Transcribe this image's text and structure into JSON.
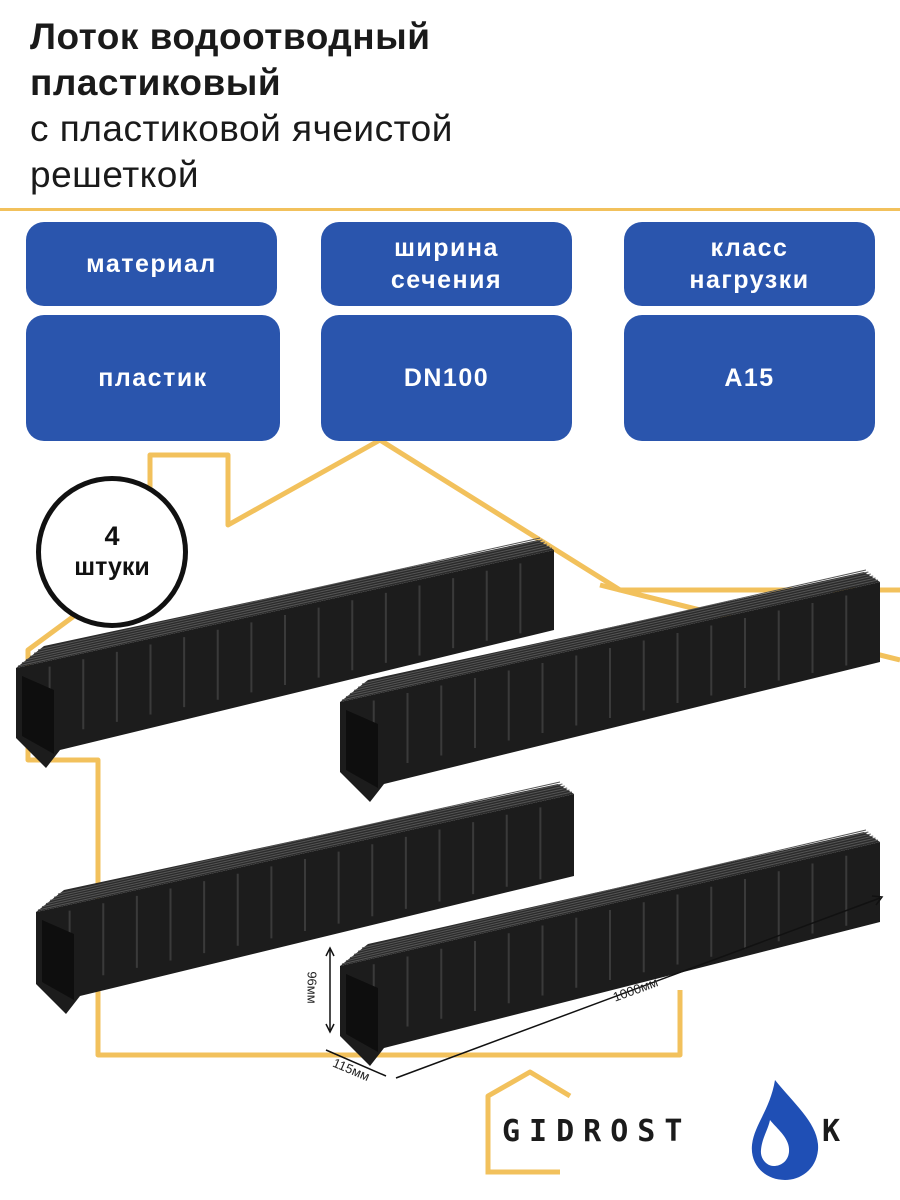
{
  "title": {
    "line1": "Лоток водоотводный",
    "line2": "пластиковый",
    "line3": "с пластиковой ячеистой",
    "line4": "решеткой"
  },
  "specs": [
    {
      "label": "материал",
      "value": "пластик"
    },
    {
      "label": "ширина\nсечения",
      "value": "DN100"
    },
    {
      "label": "класс\nнагрузки",
      "value": "A15"
    }
  ],
  "quantity": {
    "number": "4",
    "unit": "штуки"
  },
  "dimensions": {
    "height": "96мм",
    "width": "115мм",
    "length": "1000мм"
  },
  "logo": {
    "text": "GIDROST",
    "suffix": "K"
  },
  "colors": {
    "chip_bg": "#2a55ad",
    "accent_gold": "#f2c15c",
    "logo_drop": "#1f4fb5",
    "product": "#1c1c1c"
  }
}
